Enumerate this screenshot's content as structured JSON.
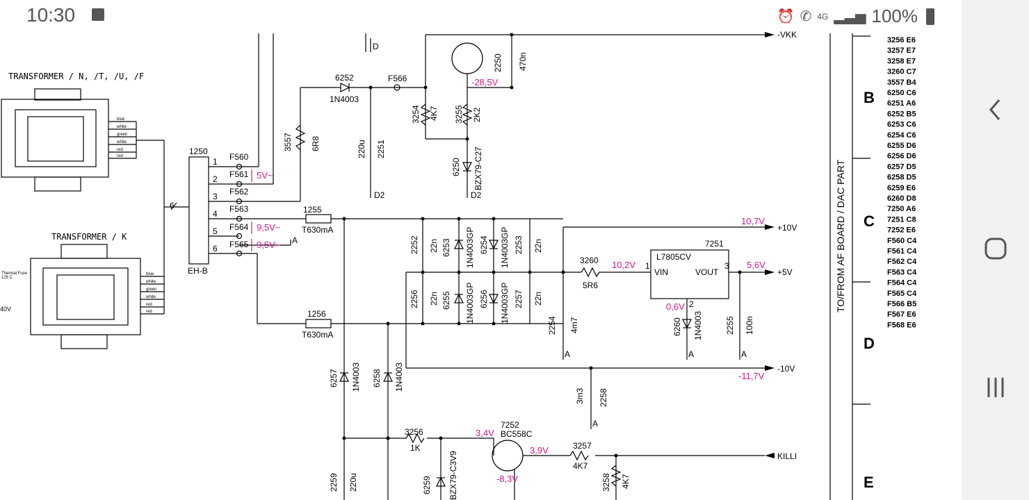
{
  "status_bar": {
    "time": "10:30",
    "battery": "100%",
    "network": "4G"
  },
  "colors": {
    "accent": "#d4148c",
    "line": "#000000",
    "nav_bg": "#f1f1f1"
  },
  "schematic": {
    "transformer1_title": "TRANSFORMER / N, /T, /U, /F",
    "transformer2_title": "TRANSFORMER / K",
    "thermal_fuse": "Thermal Fuse",
    "thermal_temp": "125 C",
    "voltage_40": "40V",
    "wire_colors": [
      "blue",
      "white",
      "green",
      "white",
      "red",
      "red"
    ],
    "connector": "1250",
    "connector_type": "EH-B",
    "bus": "6",
    "pins": [
      "1",
      "2",
      "3",
      "4",
      "5",
      "6"
    ],
    "fuse_pins": [
      "F560",
      "F561",
      "F562",
      "F563",
      "F564",
      "F565"
    ],
    "v5": "5V~",
    "v95a": "9,5V~",
    "v95b": "9,5V~",
    "a_label": "A",
    "d_label": "D",
    "d2a": "D2",
    "d2b": "D2",
    "d6252": "6252",
    "d6252_type": "1N4003",
    "f566": "F566",
    "r3557": "3557",
    "r3557_val": "6R8",
    "c2251": "2251",
    "c2251_val": "220u",
    "r3254": "3254",
    "r3254_val": "4K7",
    "r3255": "3255",
    "r3255_val": "2K2",
    "c2250": "2250",
    "c2250_val": "470n",
    "vkk_label": "-VKK",
    "v285": "-28,5V",
    "d6250": "6250",
    "d6250_type": "BZX79-C27",
    "f1255": "1255",
    "f1255_val": "T630mA",
    "f1256": "1256",
    "f1256_val": "T630mA",
    "c2252": "2252",
    "c2252_val": "22n",
    "d6253": "6253",
    "d6253_type": "1N4003GP",
    "d6254": "6254",
    "d6254_type": "1N4003GP",
    "c2253": "2253",
    "c2253_val": "22n",
    "c2256": "2256",
    "c2256_val": "22n",
    "d6255": "6255",
    "d6255_type": "1N4003GP",
    "d6256": "6256",
    "d6256_type": "1N4003GP",
    "c2257": "2257",
    "c2257_val": "22n",
    "v107": "10,7V",
    "p10v": "+10V",
    "r3260": "3260",
    "r3260_val": "5R6",
    "v102": "10,2V",
    "ic7251": "7251",
    "ic_name": "L7805CV",
    "vin": "VIN",
    "vout": "VOUT",
    "pin1": "1",
    "pin2": "2",
    "pin3": "3",
    "v56": "5,6V",
    "p5v": "+5V",
    "v06": "0,6V",
    "d6260": "6260",
    "d6260_type": "1N4003",
    "c2254": "2254",
    "c2254_val": "4m7",
    "c2255": "2255",
    "c2255_val": "100n",
    "m10v": "-10V",
    "m117": "-11,7V",
    "c2258": "2258",
    "c2258_val": "3m3",
    "d6257": "6257",
    "d6257_type": "1N4003",
    "d6258": "6258",
    "d6258_type": "1N4003",
    "r3256": "3256",
    "r3256_val": "1K",
    "q7252": "7252",
    "q7252_type": "BC558C",
    "v34": "3,4V",
    "v39": "3,9V",
    "v83": "-8,3V",
    "r3257": "3257",
    "r3257_val": "4K7",
    "killi": "KILLI",
    "r3258": "3258",
    "r3258_val": "4K7",
    "c2259": "2259",
    "c2259_val": "220u",
    "d6259": "6259",
    "d6259_type": "BZX79-C3V9",
    "side_label": "TO/FROM AF BOARD / DAC PART",
    "grid_letters": [
      "B",
      "C",
      "D",
      "E"
    ],
    "parts_list": [
      "3256 E6",
      "3257 E7",
      "3258 E7",
      "3260 C7",
      "3557 B4",
      "6250 C6",
      "6251 A6",
      "6252 B5",
      "6253 C6",
      "6254 C6",
      "6255 D6",
      "6256 D6",
      "6257 D5",
      "6258 D5",
      "6259 E6",
      "6260 D8",
      "7250 A6",
      "7251 C8",
      "7252 E6",
      "F560 C4",
      "F561 C4",
      "F562 C4",
      "F563 C4",
      "F564 C4",
      "F565 C4",
      "F566 B5",
      "F567 E6",
      "F568 E6"
    ]
  }
}
